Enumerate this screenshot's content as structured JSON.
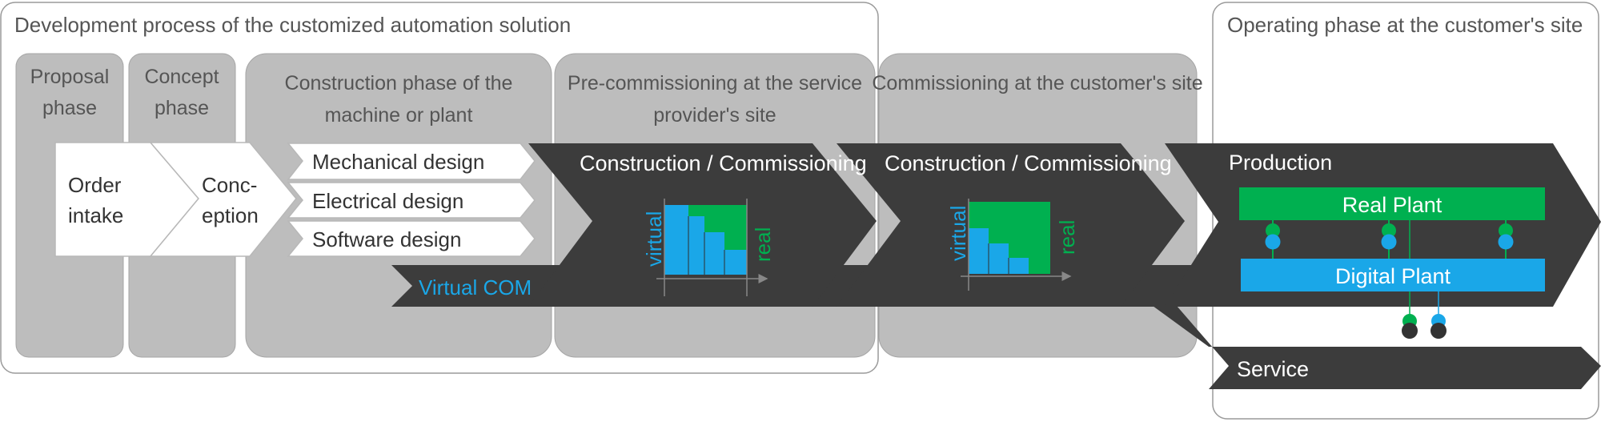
{
  "development": {
    "title": "Development process of the customized automation solution",
    "phases": {
      "proposal": [
        "Proposal",
        "phase"
      ],
      "concept": [
        "Concept",
        "phase"
      ],
      "construction": [
        "Construction phase of the",
        "machine or plant"
      ],
      "precommissioning": [
        "Pre-commissioning at the service",
        "provider's site"
      ],
      "commissioning": "Commissioning at the customer's site"
    },
    "order_intake": [
      "Order",
      "intake"
    ],
    "conception": [
      "Conc-",
      "eption"
    ],
    "designs": [
      "Mechanical design",
      "Electrical design",
      "Software design"
    ],
    "virtual_com": "Virtual COM",
    "construction_commissioning_1": "Construction / Commissioning",
    "construction_commissioning_2": "Construction / Commissioning",
    "virtual_label": "virtual",
    "real_label": "real"
  },
  "operating": {
    "title": "Operating phase at the customer's site",
    "production": "Production",
    "real_plant": "Real Plant",
    "digital_plant": "Digital Plant",
    "service": "Service"
  },
  "colors": {
    "dark": "#3c3c3c",
    "phase_gray": "#bdbdbd",
    "green": "#00b050",
    "blue": "#1aa7e8"
  }
}
